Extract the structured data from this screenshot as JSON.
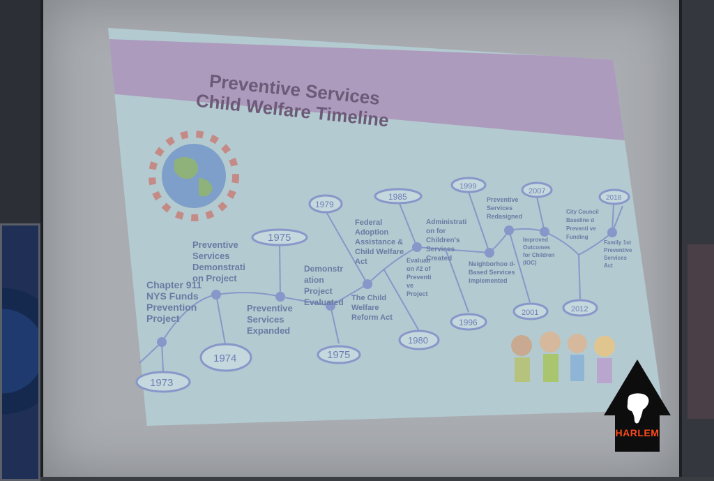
{
  "slide": {
    "title_line1": "Preventive Services",
    "title_line2": "Child Welfare Timeline"
  },
  "years": {
    "y1973": "1973",
    "y1974": "1974",
    "y1975a": "1975",
    "y1975b": "1975",
    "y1979": "1979",
    "y1980": "1980",
    "y1985": "1985",
    "y1996": "1996",
    "y1999": "1999",
    "y2001": "2001",
    "y2007": "2007",
    "y2012": "2012",
    "y2018": "2018"
  },
  "events": {
    "chapter911": "Chapter 911 NYS Funds Prevention Project",
    "demo_project": "Preventive Services Demonstrati on Project",
    "services_expanded": "Preventive Services Expanded",
    "demo_evaluated": "Demonstr ation Project Evaluated",
    "child_welfare_reform": "The Child Welfare Reform Act",
    "federal_adoption": "Federal Adoption Assistance & Child Welfare Act",
    "evaluation2": "Evaluati on #2 of Preventi ve Project",
    "acs_created": "Administrati on for Children's Services Created",
    "neighborhood": "Neighborhoo d-Based Services Implemented",
    "redesigned": "Preventive Services Redasigned",
    "ioc": "Improved Outcomes for Children (IOC)",
    "city_council": "City Council Baseline d Preventi ve Funding",
    "family_first": "Family 1st Preventive Services Act"
  },
  "logo": {
    "text": "HARLEM"
  },
  "colors": {
    "slide_bg": "#b3cad0",
    "header": "#ad9bbd",
    "timeline": "#8797c9",
    "label": "#6b7aa3",
    "logo_accent": "#ff4a1a"
  }
}
